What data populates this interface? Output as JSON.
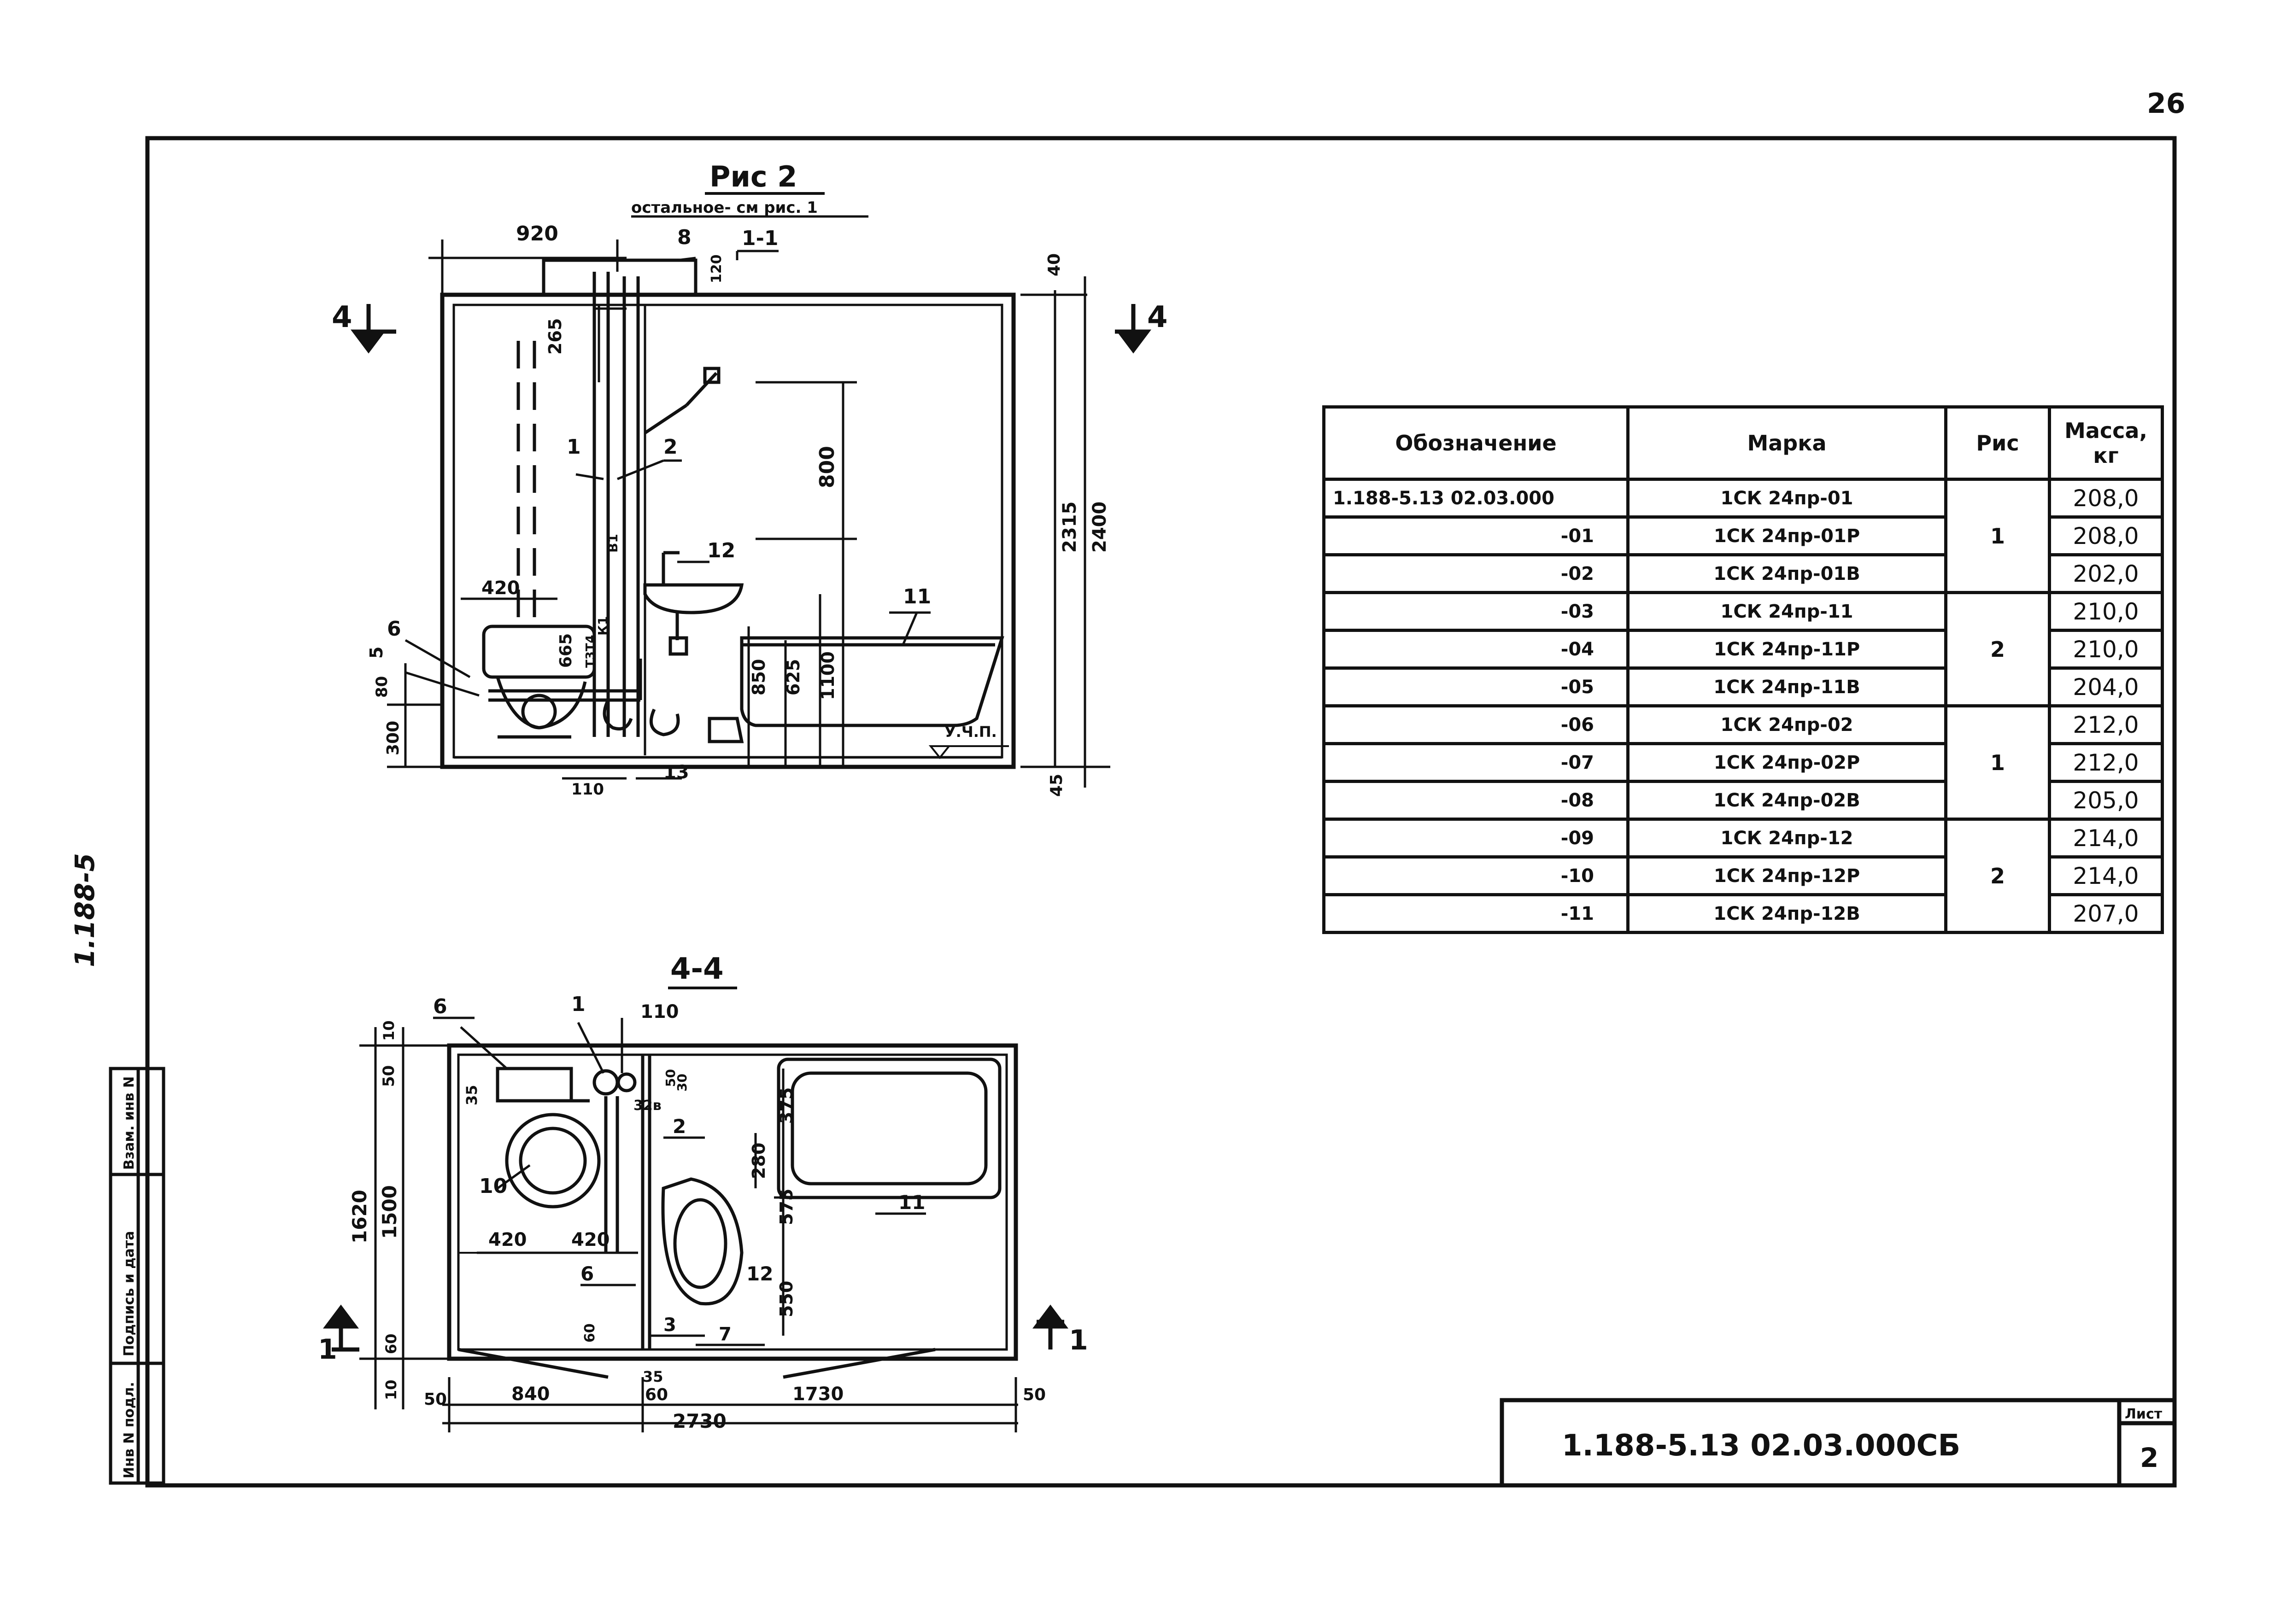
{
  "page_number": "26",
  "side_code": "1.188-5",
  "fig2": {
    "title": "Рис 2",
    "subtitle": "остальное- см рис. 1",
    "section_label": "1-1",
    "cut_marker_left": "4",
    "cut_marker_right": "4",
    "dims": {
      "d920": "920",
      "d40": "40",
      "d265": "265",
      "d800": "800",
      "d2315": "2315",
      "d2400": "2400",
      "d420": "420",
      "d665": "665",
      "d850": "850",
      "d625": "625",
      "d1100": "1100",
      "d80": "80",
      "d300": "300",
      "d110": "110",
      "d45": "45",
      "d120": "120",
      "k1": "К1",
      "b1": "В1",
      "t3t4": "Т3Т4",
      "level": "У.Ч.П."
    },
    "callouts": [
      "8",
      "1",
      "2",
      "12",
      "11",
      "6",
      "5",
      "13"
    ]
  },
  "plan44": {
    "title": "4-4",
    "cut_marker_left": "1",
    "cut_marker_right": "1",
    "dims": {
      "d10a": "10",
      "d50a": "50",
      "d35": "35",
      "d1620": "1620",
      "d1500": "1500",
      "d60a": "60",
      "d10b": "10",
      "d110": "110",
      "d30": "30",
      "d50b": "50",
      "d32b": "32в",
      "d375": "375",
      "d280": "280",
      "d575": "575",
      "d550": "550",
      "d420a": "420",
      "d420b": "420",
      "d60b": "60",
      "d50c": "50",
      "d840": "840",
      "d35b": "35",
      "d60c": "60",
      "d1730": "1730",
      "d50d": "50",
      "d2730": "2730"
    },
    "callouts": [
      "6",
      "1",
      "2",
      "10",
      "6",
      "12",
      "3",
      "7",
      "11"
    ]
  },
  "table": {
    "headers": {
      "designation": "Обозначение",
      "mark": "Марка",
      "fig": "Рис",
      "mass": "Масса, кг"
    },
    "rows": [
      {
        "designation": "1.188-5.13 02.03.000",
        "mark": "1СК 24пр-01",
        "mass": "208,0"
      },
      {
        "designation": "-01",
        "mark": "1СК 24пр-01Р",
        "mass": "208,0"
      },
      {
        "designation": "-02",
        "mark": "1СК 24пр-01В",
        "mass": "202,0"
      },
      {
        "designation": "-03",
        "mark": "1СК 24пр-11",
        "mass": "210,0"
      },
      {
        "designation": "-04",
        "mark": "1СК 24пр-11Р",
        "mass": "210,0"
      },
      {
        "designation": "-05",
        "mark": "1СК 24пр-11В",
        "mass": "204,0"
      },
      {
        "designation": "-06",
        "mark": "1СК 24пр-02",
        "mass": "212,0"
      },
      {
        "designation": "-07",
        "mark": "1СК 24пр-02Р",
        "mass": "212,0"
      },
      {
        "designation": "-08",
        "mark": "1СК 24пр-02В",
        "mass": "205,0"
      },
      {
        "designation": "-09",
        "mark": "1СК 24пр-12",
        "mass": "214,0"
      },
      {
        "designation": "-10",
        "mark": "1СК 24пр-12Р",
        "mass": "214,0"
      },
      {
        "designation": "-11",
        "mark": "1СК 24пр-12В",
        "mass": "207,0"
      }
    ],
    "fig_groups": [
      "1",
      "2",
      "1",
      "2"
    ]
  },
  "title_block": {
    "code": "1.188-5.13 02.03.000СБ",
    "sheet_label": "Лист",
    "sheet_number": "2"
  },
  "margin_stamp": {
    "inv_orig": "Инв N подл.",
    "sign_date": "Подпись и дата",
    "vzam_inv": "Взам. инв N"
  }
}
